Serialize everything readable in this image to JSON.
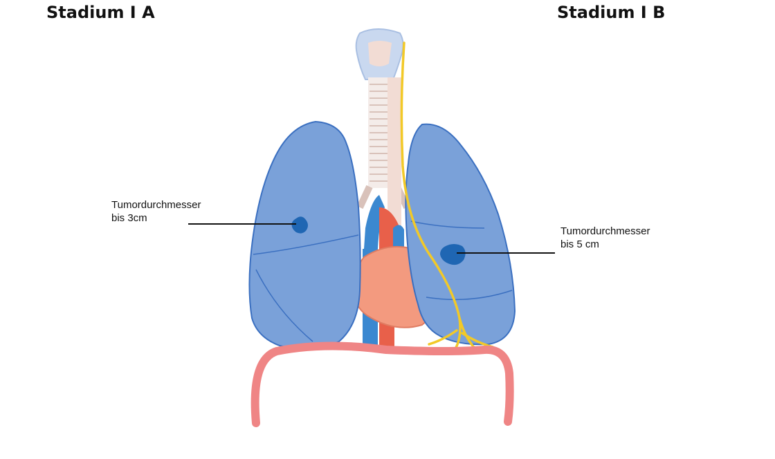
{
  "titles": {
    "left": "Stadium I A",
    "right": "Stadium I B"
  },
  "annotations": {
    "left": {
      "line1": "Tumordurchmesser",
      "line2": "bis 3cm"
    },
    "right": {
      "line1": "Tumordurchmesser",
      "line2": "bis 5 cm"
    }
  },
  "colors": {
    "lung_fill": "#7aa1d9",
    "lung_stroke": "#3a6fc0",
    "tumor": "#1f66b3",
    "heart": "#f39a7f",
    "artery": "#e8604a",
    "vein": "#3b88d0",
    "trachea": "#f2dcd4",
    "nerve": "#f2c928",
    "diaphragm": "#ef8585"
  }
}
